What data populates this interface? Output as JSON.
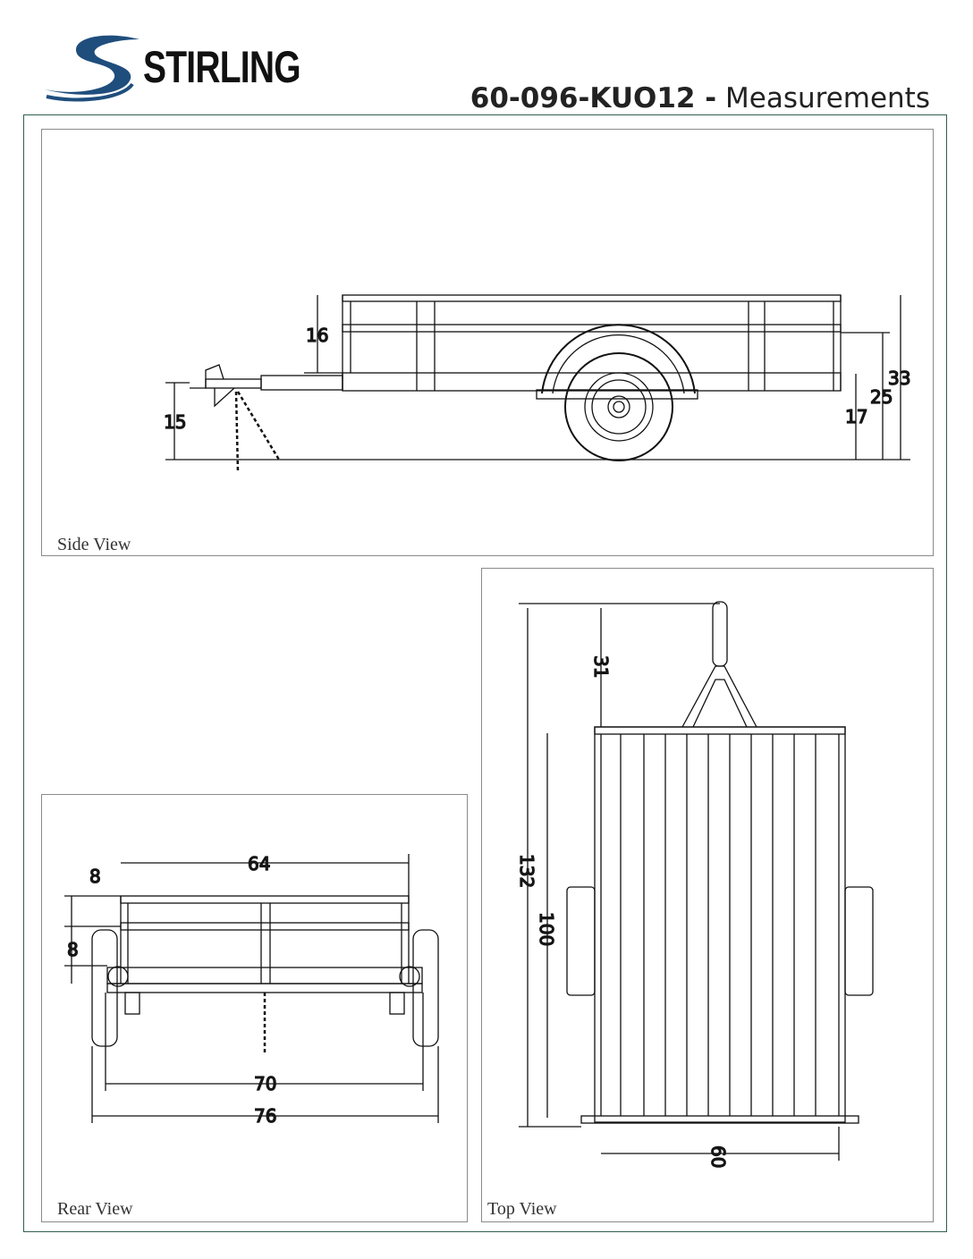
{
  "header": {
    "brand": "STIRLING",
    "model": "60-096-KUO12 -",
    "title": "Measurements",
    "accent": "#1f4e7d",
    "frame_color": "#2f5f50"
  },
  "side_view": {
    "label": "Side View",
    "dims": {
      "rail_height": "16",
      "coupler_height": "15",
      "total_height": "33",
      "mid_rail": "25",
      "deck_height": "17"
    }
  },
  "rear_view": {
    "label": "Rear View",
    "dims": {
      "inner_width": "64",
      "top_rail": "8",
      "mid_rail": "8",
      "fender_inner": "70",
      "overall_width": "76"
    }
  },
  "top_view": {
    "label": "Top View",
    "dims": {
      "tongue_length": "31",
      "overall_length": "132",
      "bed_length": "100",
      "bed_width": "60"
    }
  }
}
